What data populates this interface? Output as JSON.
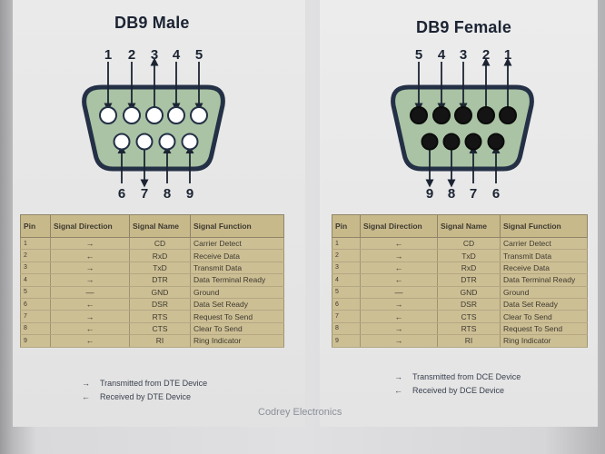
{
  "male": {
    "title": "DB9 Male",
    "top_pins": [
      "1",
      "2",
      "3",
      "4",
      "5"
    ],
    "bottom_pins": [
      "6",
      "7",
      "8",
      "9"
    ],
    "headers": [
      "Pin",
      "Signal Direction",
      "Signal Name",
      "Signal Function"
    ],
    "rows": [
      {
        "pin": "1",
        "dir": "→",
        "name": "CD",
        "func": "Carrier Detect"
      },
      {
        "pin": "2",
        "dir": "←",
        "name": "RxD",
        "func": "Receive Data"
      },
      {
        "pin": "3",
        "dir": "→",
        "name": "TxD",
        "func": "Transmit Data"
      },
      {
        "pin": "4",
        "dir": "→",
        "name": "DTR",
        "func": "Data Terminal Ready"
      },
      {
        "pin": "5",
        "dir": "—",
        "name": "GND",
        "func": "Ground"
      },
      {
        "pin": "6",
        "dir": "←",
        "name": "DSR",
        "func": "Data Set Ready"
      },
      {
        "pin": "7",
        "dir": "→",
        "name": "RTS",
        "func": "Request To Send"
      },
      {
        "pin": "8",
        "dir": "←",
        "name": "CTS",
        "func": "Clear To Send"
      },
      {
        "pin": "9",
        "dir": "←",
        "name": "RI",
        "func": "Ring Indicator"
      }
    ],
    "legend": [
      "Transmitted from DTE Device",
      "Received by DTE Device"
    ]
  },
  "female": {
    "title": "DB9 Female",
    "top_pins": [
      "5",
      "4",
      "3",
      "2",
      "1"
    ],
    "bottom_pins": [
      "9",
      "8",
      "7",
      "6"
    ],
    "headers": [
      "Pin",
      "Signal Direction",
      "Signal Name",
      "Signal Function"
    ],
    "rows": [
      {
        "pin": "1",
        "dir": "←",
        "name": "CD",
        "func": "Carrier Detect"
      },
      {
        "pin": "2",
        "dir": "→",
        "name": "TxD",
        "func": "Transmit Data"
      },
      {
        "pin": "3",
        "dir": "←",
        "name": "RxD",
        "func": "Receive Data"
      },
      {
        "pin": "4",
        "dir": "←",
        "name": "DTR",
        "func": "Data Terminal Ready"
      },
      {
        "pin": "5",
        "dir": "—",
        "name": "GND",
        "func": "Ground"
      },
      {
        "pin": "6",
        "dir": "→",
        "name": "DSR",
        "func": "Data Set Ready"
      },
      {
        "pin": "7",
        "dir": "←",
        "name": "CTS",
        "func": "Clear To Send"
      },
      {
        "pin": "8",
        "dir": "→",
        "name": "RTS",
        "func": "Request To Send"
      },
      {
        "pin": "9",
        "dir": "→",
        "name": "RI",
        "func": "Ring Indicator"
      }
    ],
    "legend": [
      "Transmitted from DCE Device",
      "Received by DCE Device"
    ]
  },
  "footer": "Codrey Electronics",
  "colors": {
    "shell_fill": "#a9c3a4",
    "shell_stroke": "#243046",
    "male_pin": "#ffffff",
    "female_pin": "#141414",
    "table_body": "#cdbf94",
    "title": "#1c2433"
  }
}
